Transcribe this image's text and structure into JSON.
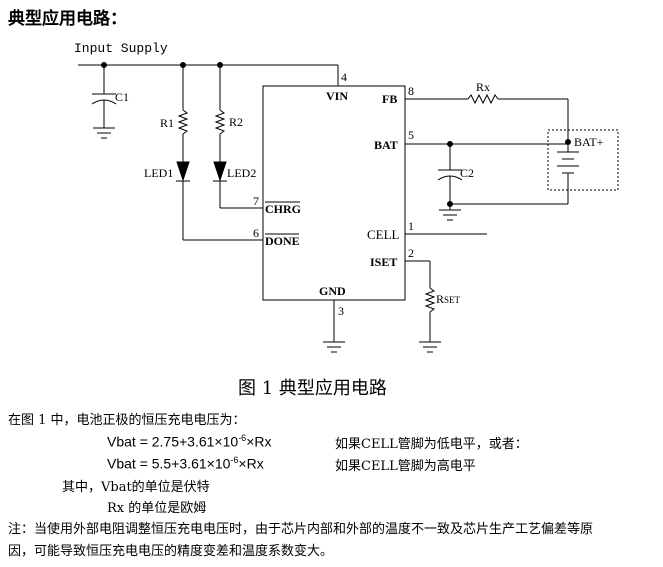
{
  "heading": "典型应用电路：",
  "figure_caption": "图 1    典型应用电路",
  "schematic": {
    "input_label": "Input Supply",
    "components": {
      "c1": "C1",
      "r1": "R1",
      "r2": "R2",
      "led1": "LED1",
      "led2": "LED2",
      "rx": "Rx",
      "c2": "C2",
      "battery": "BAT+",
      "rset_prefix": "R",
      "rset_sub": "SET"
    },
    "pins": {
      "vin": {
        "label": "VIN",
        "num": "4"
      },
      "fb": {
        "label": "FB",
        "num": "8"
      },
      "bat": {
        "label": "BAT",
        "num": "5"
      },
      "chrg": {
        "label": "CHRG",
        "num": "7"
      },
      "done": {
        "label": "DONE",
        "num": "6"
      },
      "cell": {
        "label": "CELL",
        "num": "1"
      },
      "iset": {
        "label": "ISET",
        "num": "2"
      },
      "gnd": {
        "label": "GND",
        "num": "3"
      }
    }
  },
  "text": {
    "intro": "在图 1 中，电池正极的恒压充电电压为：",
    "f1_prefix": "Vbat  =  2.75+3.61×10",
    "f1_exp": "-6",
    "f1_suffix": "×Rx",
    "f1_cond": "如果CELL管脚为低电平，或者：",
    "f2_prefix": "Vbat  =  5.5+3.61×10",
    "f2_exp": "-6",
    "f2_suffix": "×Rx",
    "f2_cond": "如果CELL管脚为高电平",
    "unit_vbat": "其中，Vbat的单位是伏特",
    "unit_rx": "Rx 的单位是欧姆",
    "note_line1": "注：当使用外部电阻调整恒压充电电压时，由于芯片内部和外部的温度不一致及芯片生产工艺偏差等原",
    "note_line2": "因，可能导致恒压充电电压的精度变差和温度系数变大。"
  }
}
